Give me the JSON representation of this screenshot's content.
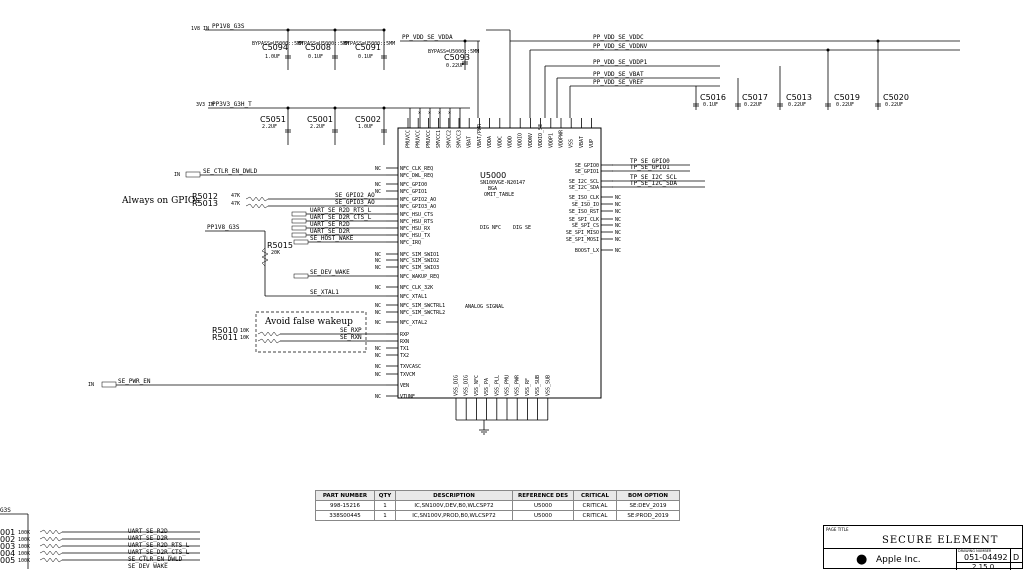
{
  "chip": {
    "ref": "U5000",
    "part": "SN100VGE-N20147",
    "sub1": "BGA",
    "sub2": "OMIT_TABLE"
  },
  "notes": {
    "gpio": "Always on GPIOs",
    "wakeup": "Avoid false wakeup"
  },
  "rails": {
    "pp1v8_top": "PP1V8_G3S",
    "pp3v3": "PP3V3_G3H_T",
    "pp1v8_mid": "PP1V8_G3S",
    "vdda": "PP_VDD_SE_VDDA",
    "vddc": "PP_VDD_SE_VDDC",
    "vddnv": "PP_VDD_SE_VDDNV",
    "vddp1": "PP_VDD_SE_VDDP1",
    "vbat": "PP_VDD_SE_VBAT",
    "vref": "PP_VDD_SE_VREF"
  },
  "caps": [
    {
      "ref": "C5094",
      "val": "1.0UF"
    },
    {
      "ref": "C5008",
      "val": "0.1UF"
    },
    {
      "ref": "C5091",
      "val": "0.1UF"
    },
    {
      "ref": "C5093",
      "val": "0.22UF"
    },
    {
      "ref": "C5051",
      "val": "2.2UF"
    },
    {
      "ref": "C5001",
      "val": "2.2UF"
    },
    {
      "ref": "C5002",
      "val": "1.0UF"
    },
    {
      "ref": "C5016",
      "val": "0.1UF"
    },
    {
      "ref": "C5017",
      "val": "0.22UF"
    },
    {
      "ref": "C5013",
      "val": "0.22UF"
    },
    {
      "ref": "C5019",
      "val": "0.22UF"
    },
    {
      "ref": "C5020",
      "val": "0.22UF"
    }
  ],
  "resistors": {
    "r5012": "R5012",
    "r5013": "R5013",
    "r5012_val": "47K",
    "r5013_val": "47K",
    "r5015": "R5015",
    "r5015_val": "20K",
    "r5010": "R5010",
    "r5011": "R5011",
    "r5010_val": "10K",
    "r5011_val": "10K"
  },
  "nets_left": {
    "ctlr_en": "SE_CTLR_EN_DWLD",
    "gpio2": "SE_GPIO2_AO",
    "gpio3": "SE_GPIO3_AO",
    "rts": "UART_SE_R2D_RTS_L",
    "cts": "UART_SE_D2R_CTS_L",
    "r2d": "UART_SE_R2D",
    "d2r": "UART_SE_D2R",
    "host_wake": "SE_HOST_WAKE",
    "dev_wake": "SE_DEV_WAKE",
    "xtal": "SE_XTAL1",
    "rxp": "SE_RXP",
    "rxn": "SE_RXN",
    "pwr_en": "SE_PWR_EN"
  },
  "pins_left": [
    "NFC_CLK_REQ",
    "NFC_DWL_REQ",
    "NFC_GPIO0",
    "NFC_GPIO1",
    "NFC_GPIO2_AO",
    "NFC_GPIO3_AO",
    "NFC_HSU_CTS",
    "NFC_HSU_RTS",
    "NFC_HSU_RX",
    "NFC_HSU_TX",
    "NFC_IRQ",
    "NFC_SIM_SWIO1",
    "NFC_SIM_SWIO2",
    "NFC_SIM_SWIO3",
    "NFC_WAKUP_REQ",
    "NFC_CLK_32K",
    "NFC_XTAL1",
    "NFC_SIM_SWCTRL1",
    "NFC_SIM_SWCTRL2",
    "NFC_XTAL2",
    "RXP",
    "RXN",
    "TX1",
    "TX2",
    "TXVCASC",
    "TXVCM",
    "VEN",
    "VTUNE"
  ],
  "pins_top": [
    "PMUVCC",
    "PMUVCC",
    "PMUVCC",
    "SMVCC1",
    "SMVCC2",
    "SMVCC3",
    "VBAT",
    "VBAT/PWR",
    "VDDA",
    "VDDC",
    "VDDD",
    "VDDIO",
    "VDDNV",
    "VDDIO_SE",
    "VDDP1",
    "VDDPWR",
    "VSS",
    "VBAT",
    "VUP"
  ],
  "pins_right": [
    "SE_GPIO0",
    "SE_GPIO1",
    "SE_I2C_SCL",
    "SE_I2C_SDA",
    "SE_ISO_CLK",
    "SE_ISO_IO",
    "SE_ISO_RST",
    "SE_SPI_CLK",
    "SE_SPI_CS",
    "SE_SPI_MISO",
    "SE_SPI_MOSI",
    "BOOST_LX"
  ],
  "nets_right": {
    "gpio0": "TP_SE_GPIO0",
    "gpio1": "TP_SE_GPIO1",
    "scl": "TP_SE_I2C_SCL",
    "sda": "TP_SE_I2C_SDA"
  },
  "pins_bottom": [
    "VSS_DIG",
    "VSS_DIG",
    "VSS_NFC",
    "VSS_PA",
    "VSS_PLL",
    "VSS_PMU",
    "VSS_PWR",
    "VSS_RF",
    "VSS_SUB",
    "VSS_SUB"
  ],
  "inner": {
    "dig_nfc": "DIG NFC",
    "dig_se": "DIG SE",
    "analog": "ANALOG SIGNAL"
  },
  "nc": "NC",
  "bom": {
    "headers": [
      "PART NUMBER",
      "QTY",
      "DESCRIPTION",
      "REFERENCE DES",
      "CRITICAL",
      "BOM OPTION"
    ],
    "rows": [
      [
        "998-15216",
        "1",
        "IC,SN100V,DEV,B0,WLCSP72",
        "U5000",
        "CRITICAL",
        "SE:DEV_2019"
      ],
      [
        "338S00445",
        "1",
        "IC,SN100V,PROD,B0,WLCSP72",
        "U5000",
        "CRITICAL",
        "SE:PROD_2019"
      ]
    ]
  },
  "titleblock": {
    "page_title_label": "PAGE TITLE",
    "title": "SECURE ELEMENT",
    "company": "Apple Inc.",
    "dwg_label": "DRAWING NUMBER",
    "dwg": "051-04492",
    "rev": "D",
    "ver": "2.15.0"
  },
  "bottom_left": {
    "rail": "G3S",
    "refs": [
      "001",
      "002",
      "003",
      "004",
      "005"
    ],
    "vals": [
      "100K",
      "100K",
      "100K",
      "100K",
      "100K"
    ],
    "nets": [
      "UART_SE_R2D",
      "UART_SE_D2R",
      "UART_SE_R2D_RTS_L",
      "UART_SE_D2R_CTS_L",
      "SE_CTLR_EN_DWLD",
      "SE_DEV_WAKE"
    ]
  }
}
